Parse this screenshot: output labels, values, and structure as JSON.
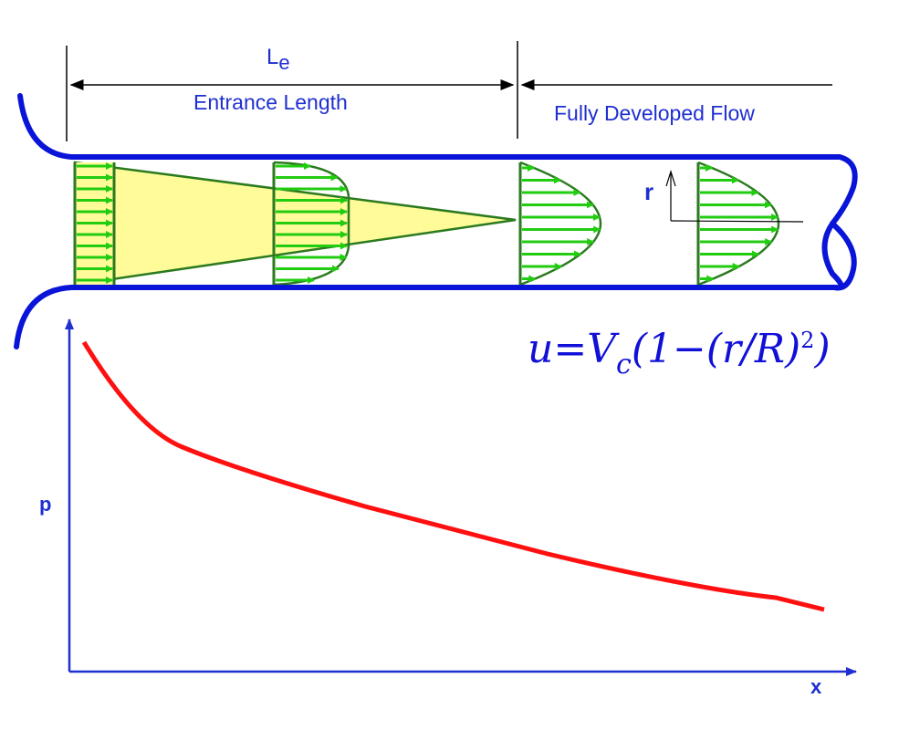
{
  "labels": {
    "le_symbol": "L",
    "le_subscript": "e",
    "entrance_length": "Entrance Length",
    "fully_developed": "Fully Developed Flow",
    "radial_axis": "r",
    "pressure_axis": "p",
    "x_axis": "x"
  },
  "equation": {
    "lhs": "u",
    "equals": "=",
    "v": "V",
    "sub": "c",
    "body": "(1−(r/R)",
    "exp": "2",
    "close": ")"
  },
  "colors": {
    "pipe": "#0a14d8",
    "profile": "#2a7a1e",
    "arrow": "#22cc11",
    "core": "#fffb99",
    "pressure": "#ff1010"
  }
}
